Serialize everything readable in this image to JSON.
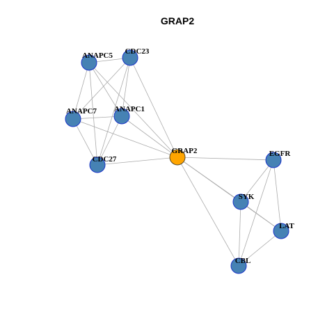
{
  "title": "GRAP2",
  "colors": {
    "background": "#ffffff",
    "node_default": "#4682b4",
    "node_default_stroke": "#1a34c8",
    "node_focus": "#ffa500",
    "node_focus_stroke": "#5a4a2a",
    "edge": "#aaaaaa",
    "label": "#000000"
  },
  "nodes": [
    {
      "id": "ANAPC5",
      "label": "ANAPC5",
      "focus": false
    },
    {
      "id": "CDC23",
      "label": "CDC23",
      "focus": false
    },
    {
      "id": "ANAPC7",
      "label": "ANAPC7",
      "focus": false
    },
    {
      "id": "ANAPC1",
      "label": "ANAPC1",
      "focus": false
    },
    {
      "id": "GRAP2",
      "label": "GRAP2",
      "focus": true
    },
    {
      "id": "CDC27",
      "label": "CDC27",
      "focus": false
    },
    {
      "id": "EGFR",
      "label": "EGFR",
      "focus": false
    },
    {
      "id": "SYK",
      "label": "SYK",
      "focus": false
    },
    {
      "id": "LAT",
      "label": "LAT",
      "focus": false
    },
    {
      "id": "CBL",
      "label": "CBL",
      "focus": false
    }
  ],
  "edges": [
    [
      "ANAPC5",
      "CDC23"
    ],
    [
      "ANAPC5",
      "ANAPC7"
    ],
    [
      "ANAPC5",
      "ANAPC1"
    ],
    [
      "ANAPC5",
      "CDC27"
    ],
    [
      "ANAPC5",
      "GRAP2"
    ],
    [
      "CDC23",
      "ANAPC7"
    ],
    [
      "CDC23",
      "ANAPC1"
    ],
    [
      "CDC23",
      "CDC27"
    ],
    [
      "CDC23",
      "GRAP2"
    ],
    [
      "ANAPC7",
      "ANAPC1"
    ],
    [
      "ANAPC7",
      "CDC27"
    ],
    [
      "ANAPC7",
      "GRAP2"
    ],
    [
      "ANAPC1",
      "CDC27"
    ],
    [
      "ANAPC1",
      "GRAP2"
    ],
    [
      "CDC27",
      "GRAP2"
    ],
    [
      "GRAP2",
      "EGFR"
    ],
    [
      "GRAP2",
      "SYK"
    ],
    [
      "GRAP2",
      "LAT"
    ],
    [
      "GRAP2",
      "CBL"
    ],
    [
      "EGFR",
      "SYK"
    ],
    [
      "EGFR",
      "LAT"
    ],
    [
      "EGFR",
      "CBL"
    ],
    [
      "SYK",
      "LAT"
    ],
    [
      "SYK",
      "CBL"
    ],
    [
      "LAT",
      "CBL"
    ]
  ]
}
